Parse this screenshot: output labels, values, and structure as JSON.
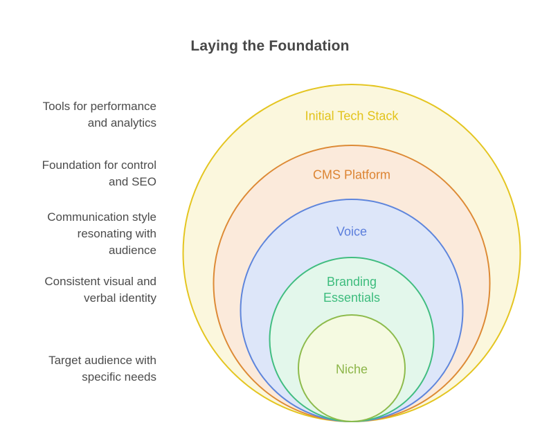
{
  "title": "Laying the Foundation",
  "colors": {
    "background": "#ffffff",
    "title_text": "#474747",
    "description_text": "#4b4b4b"
  },
  "rings": [
    {
      "label": "Initial Tech Stack",
      "label_lines": [
        "Initial Tech Stack"
      ],
      "description": "Tools for performance and analytics",
      "description_lines": [
        "Tools for performance",
        "and analytics"
      ],
      "stroke": "#e4c520",
      "fill": "#fbf7dd",
      "label_color": "#e2c31b"
    },
    {
      "label": "CMS Platform",
      "label_lines": [
        "CMS Platform"
      ],
      "description": "Foundation for control and SEO",
      "description_lines": [
        "Foundation for control",
        "and SEO"
      ],
      "stroke": "#dd8a35",
      "fill": "#fbeadb",
      "label_color": "#dc8432"
    },
    {
      "label": "Voice",
      "label_lines": [
        "Voice"
      ],
      "description": "Communication style resonating with audience",
      "description_lines": [
        "Communication style",
        "resonating with",
        "audience"
      ],
      "stroke": "#5e85dc",
      "fill": "#dde6f9",
      "label_color": "#5b7edc"
    },
    {
      "label": "Branding Essentials",
      "label_lines": [
        "Branding",
        "Essentials"
      ],
      "description": "Consistent visual and verbal identity",
      "description_lines": [
        "Consistent visual and",
        "verbal identity"
      ],
      "stroke": "#41bd80",
      "fill": "#e3f7eb",
      "label_color": "#3dbc7d"
    },
    {
      "label": "Niche",
      "label_lines": [
        "Niche"
      ],
      "description": "Target audience with specific needs",
      "description_lines": [
        "Target audience with",
        "specific needs"
      ],
      "stroke": "#8dbb4c",
      "fill": "#f5fae1",
      "label_color": "#8cb548"
    }
  ]
}
